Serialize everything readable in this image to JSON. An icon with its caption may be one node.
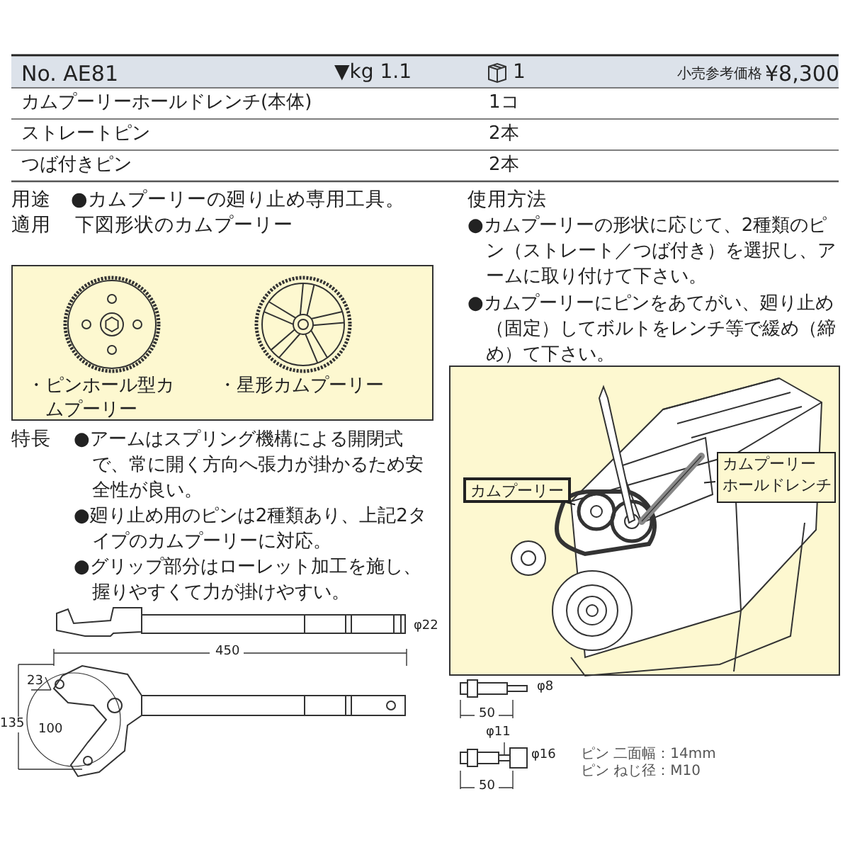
{
  "diagram": {
    "nodes": [
      {
        "text": [
          "・ピンホール型カムプーリー",
          "・星形カムプーリー"
        ]
      },
      {
        "text": [],
        "shape": "picture"
      },
      {
        "text": [
          "カムプーリー"
        ],
        "in": 1
      },
      {
        "text": [
          "カムプーリー",
          "ホールドレンチ"
        ],
        "in": 1
      },
      {
        "text": [],
        "shape": "circle",
        "in": 1
      },
      {
        "text": [],
        "shape": "picture",
        "in": 1
      }
    ],
    "edges": [
      {
        "from": 2,
        "to": 4,
        "arrow": "none"
      },
      {
        "from": 3,
        "to": 5,
        "arrow": "none"
      }
    ],
    "labels": [
      "No. AE81",
      "▼kg 1.1",
      "1",
      "小売参考価格",
      "¥8,300",
      "カムプーリーホールドレンチ(本体)",
      "1コ",
      "ストレートピン",
      "2本",
      "つば付きピン",
      "2本",
      "用途",
      "●カムプーリーの廻り止め専用工具。",
      "適用",
      "下図形状のカムプーリー",
      "使用方法",
      "●カムプーリーの形状に応じて、2種類のピン（ストレート／つば付き）を選択し、アームに取り付けて下さい。",
      "●カムプーリーにピンをあてがい、廻り止め（固定）してボルトをレンチ等で緩め（締め）て下さい。",
      "特長",
      "●アームはスプリング機構による開閉式で、常に開く方向へ張力が掛かるため安全性が良い。",
      "●廻り止め用のピンは2種類あり、上記2タイプのカムプーリーに対応。",
      "●グリップ部分はローレット加工を施し、握りやすくて力が掛けやすい。",
      "φ22",
      "450",
      "23",
      "135",
      "100",
      "φ8",
      "50",
      "φ11",
      "φ16",
      "50",
      "ピン 二面幅：14mm",
      "ピン ねじ径：M10"
    ]
  }
}
